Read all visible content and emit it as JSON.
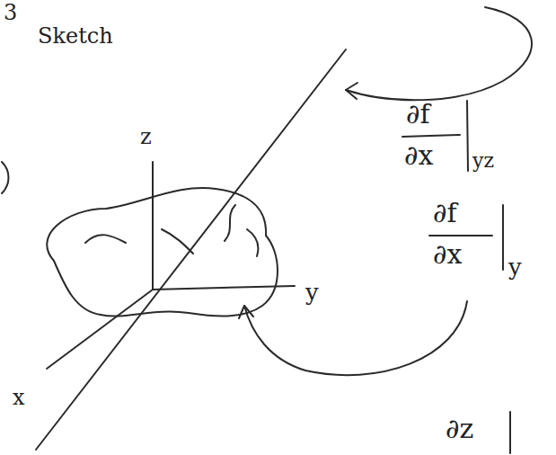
{
  "diagram": {
    "labels": [
      "3",
      "Sketch",
      "z",
      "y",
      "x",
      "∂f",
      "∂x",
      "yz",
      "∂f",
      "∂x",
      "y",
      "∂z"
    ]
  }
}
